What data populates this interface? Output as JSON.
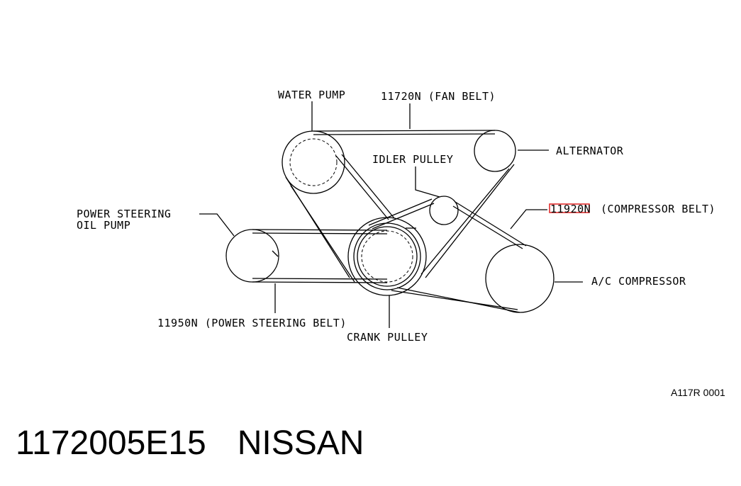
{
  "labels": {
    "water_pump": "WATER PUMP",
    "fan_belt": "11720N (FAN BELT)",
    "alternator": "ALTERNATOR",
    "idler_pulley": "IDLER PULLEY",
    "compressor_belt_part": "11920N",
    "compressor_belt_desc": "(COMPRESSOR BELT)",
    "ps_pump_line1": "POWER STEERING",
    "ps_pump_line2": "OIL PUMP",
    "ac_compressor": "A/C COMPRESSOR",
    "ps_belt": "11950N (POWER STEERING BELT)",
    "crank_pulley": "CRANK PULLEY",
    "figure_code": "A117R 0001"
  },
  "footer": {
    "part_number": "1172005E15",
    "brand": "NISSAN"
  },
  "colors": {
    "line": "#000000",
    "highlight": "#e02020"
  }
}
